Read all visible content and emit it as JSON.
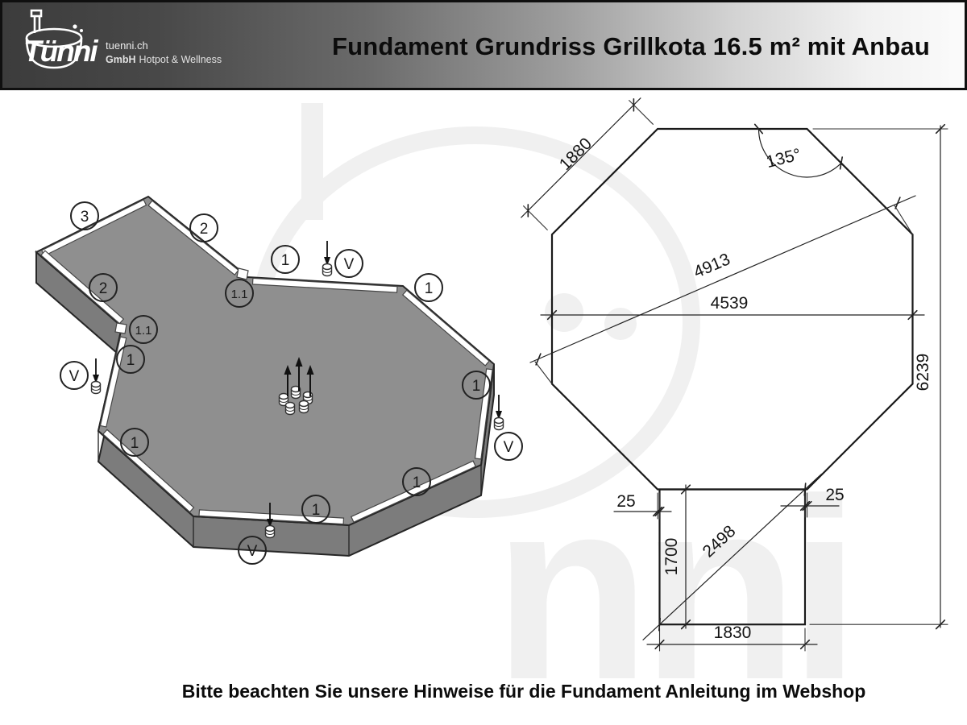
{
  "header": {
    "title": "Fundament Grundriss Grillkota 16.5 m² mit Anbau",
    "brand": {
      "logo_text": "Tünni",
      "domain": "tuenni.ch",
      "company": "GmbH",
      "tagline": "Hotpot & Wellness"
    }
  },
  "iso_view": {
    "labels": [
      "3",
      "2",
      "2",
      "1.1",
      "1.1",
      "1",
      "1",
      "1",
      "1",
      "1",
      "1",
      "1"
    ],
    "v_label": "V"
  },
  "plan_view": {
    "dims": {
      "edge_top_left": "1880",
      "corner_angle": "135°",
      "octagon_diagonal": "4913",
      "octagon_width": "4539",
      "total_height": "6239",
      "annex_offset_left": "25",
      "annex_offset_right": "25",
      "annex_diagonal": "2498",
      "annex_height": "1700",
      "annex_width": "1830"
    }
  },
  "footer": {
    "note": "Bitte beachten Sie unsere Hinweise für die Fundament Anleitung im Webshop"
  },
  "colors": {
    "slab_top": "#8f8f8f",
    "slab_side": "#7c7c7c",
    "rail": "#ffffff",
    "line": "#1a1a1a",
    "watermark": "#f0f0f0",
    "header_dark": "#3c3c3c",
    "header_light": "#f1f1f1"
  }
}
